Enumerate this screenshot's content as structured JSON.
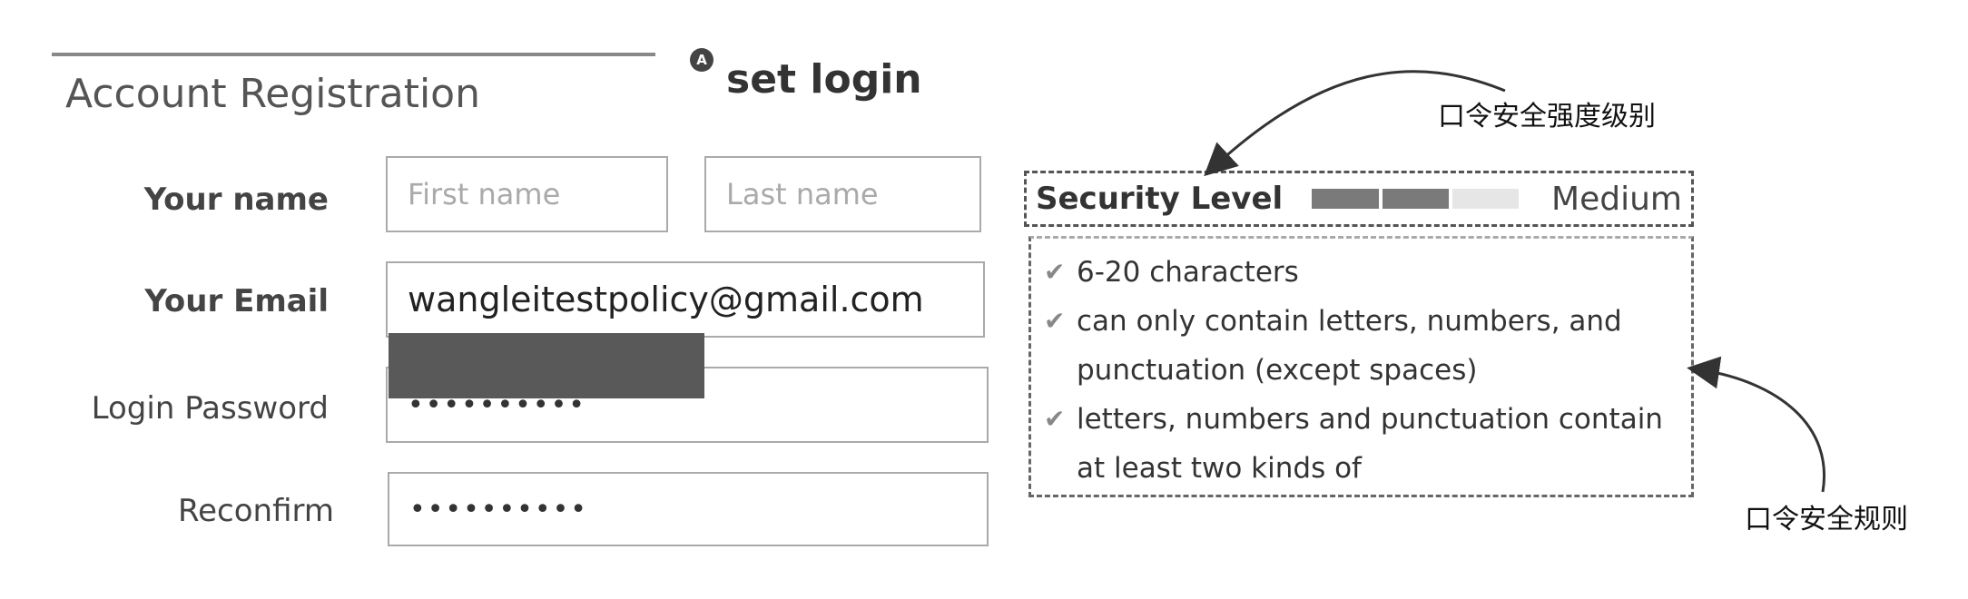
{
  "header": {
    "title": "Account Registration",
    "step_badge": "A",
    "step_title": "set login"
  },
  "form": {
    "name_label": "Your name",
    "first_name_placeholder": "First name",
    "last_name_placeholder": "Last name",
    "email_label": "Your Email",
    "email_value": "wangleitestpolicy@gmail.com",
    "password_label": "Login Password",
    "password_value": "••••••••••",
    "reconfirm_label": "Reconfirm",
    "reconfirm_value": "••••••••••"
  },
  "security": {
    "label": "Security Level",
    "value": "Medium",
    "strength_segments_filled": 2,
    "strength_segments_total": 3,
    "filled_color": "#7a7a7a",
    "empty_color": "#e6e6e6"
  },
  "rules": [
    {
      "icon": "check-icon",
      "text": "6-20 characters"
    },
    {
      "icon": "check-icon",
      "text": "can only contain letters, numbers, and punctuation (except spaces)"
    },
    {
      "icon": "check-icon",
      "text": "letters, numbers and punctuation contain at least two kinds of"
    }
  ],
  "annotations": {
    "strength_note": "口令安全强度级别",
    "rules_note": "口令安全规则"
  }
}
